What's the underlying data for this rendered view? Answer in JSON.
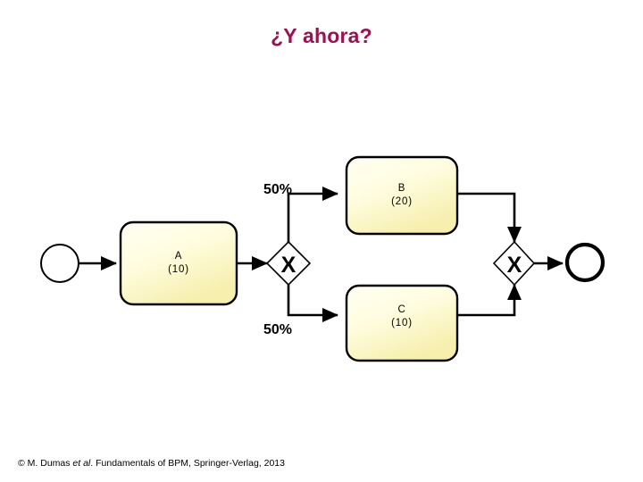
{
  "slide": {
    "title": "¿Y ahora?",
    "title_color": "#9E1050",
    "background_color": "#ffffff"
  },
  "footer": {
    "credit_prefix": "© M. Dumas ",
    "credit_italic": "et al",
    "credit_suffix": ". Fundamentals of BPM, Springer-Verlag, 2013"
  },
  "diagram": {
    "type": "bpmn-process",
    "notation": "BPMN 2.0",
    "task_fill_light": "#FFFFF0",
    "task_fill_dark": "#F7F0B0",
    "stroke_color": "#000000",
    "start_event": {
      "name": "start-event",
      "shape": "circle",
      "label": ""
    },
    "end_event": {
      "name": "end-event",
      "shape": "circle-thick",
      "label": ""
    },
    "tasks": [
      {
        "id": "A",
        "name": "A",
        "duration": "(10)",
        "duration_value": 10
      },
      {
        "id": "B",
        "name": "B",
        "duration": "(20)",
        "duration_value": 20
      },
      {
        "id": "C",
        "name": "C",
        "duration": "(10)",
        "duration_value": 10
      }
    ],
    "gateways": [
      {
        "id": "split",
        "type": "exclusive",
        "symbol": "X",
        "role": "split"
      },
      {
        "id": "join",
        "type": "exclusive",
        "symbol": "X",
        "role": "join"
      }
    ],
    "flow_labels": [
      {
        "id": "branch-upper",
        "text": "50%",
        "value": 50
      },
      {
        "id": "branch-lower",
        "text": "50%",
        "value": 50
      }
    ]
  }
}
